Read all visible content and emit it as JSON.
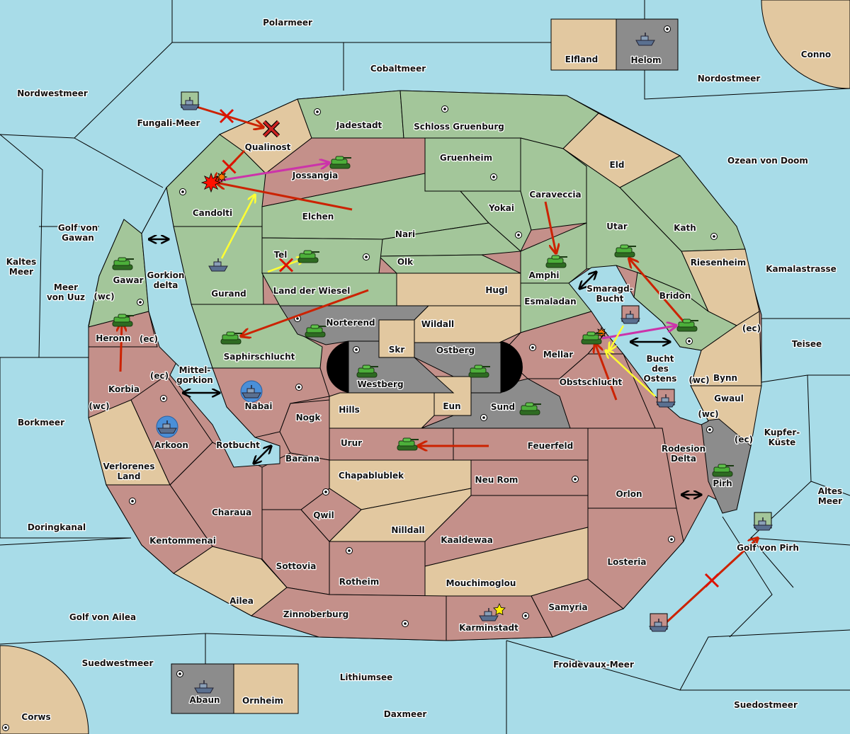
{
  "colors": {
    "sea": "#a8dce8",
    "green": "#a3c69a",
    "pink": "#c4908a",
    "tan": "#e2c8a0",
    "gray": "#8c8c8c",
    "order_move": "#cc2200",
    "order_support": "#ffff33",
    "order_convoy": "#cc33aa"
  },
  "labels": [
    {
      "text": "Polarmeer"
    },
    {
      "text": "Cobaltmeer"
    },
    {
      "text": "Nordwestmeer"
    },
    {
      "text": "Fungali-Meer"
    },
    {
      "text": "Qualinost"
    },
    {
      "text": "Jadestadt"
    },
    {
      "text": "Schloss Gruenburg"
    },
    {
      "text": "Elfland"
    },
    {
      "text": "Helom"
    },
    {
      "text": "Conno"
    },
    {
      "text": "Nordostmeer"
    },
    {
      "text": "Gruenheim"
    },
    {
      "text": "Eld"
    },
    {
      "text": "Ozean von Doom"
    },
    {
      "text": "Jossangia"
    },
    {
      "text": "Caraveccia"
    },
    {
      "text": "Yokai"
    },
    {
      "text": "Candolti"
    },
    {
      "text": "Elchen"
    },
    {
      "lines": [
        "Golf von",
        "Gawan"
      ]
    },
    {
      "text": "Utar"
    },
    {
      "text": "Kath"
    },
    {
      "text": "Nari"
    },
    {
      "lines": [
        "Kaltes",
        "Meer"
      ]
    },
    {
      "text": "Tel"
    },
    {
      "text": "Olk"
    },
    {
      "text": "Amphi"
    },
    {
      "text": "Riesenheim"
    },
    {
      "text": "Kamalastrasse"
    },
    {
      "text": "Gawar"
    },
    {
      "lines": [
        "Gorkion",
        "delta"
      ]
    },
    {
      "lines": [
        "Meer",
        "von Uuz"
      ]
    },
    {
      "text": "(wc)"
    },
    {
      "text": "Gurand"
    },
    {
      "text": "Land der Wiesel"
    },
    {
      "text": "Hugl"
    },
    {
      "lines": [
        "Smaragd-",
        "Bucht"
      ]
    },
    {
      "text": "Bridon"
    },
    {
      "text": "Esmaladan"
    },
    {
      "text": "(ec)"
    },
    {
      "text": "Heronn"
    },
    {
      "text": "(ec)"
    },
    {
      "text": "Norterend"
    },
    {
      "text": "Wildall"
    },
    {
      "text": "Teisee"
    },
    {
      "text": "Skr"
    },
    {
      "text": "Ostberg"
    },
    {
      "text": "Mellar"
    },
    {
      "text": "Saphirschlucht"
    },
    {
      "lines": [
        "Bucht",
        "des",
        "Ostens"
      ]
    },
    {
      "lines": [
        "Mittel-",
        "gorkion"
      ]
    },
    {
      "text": "(ec)"
    },
    {
      "text": "Westberg"
    },
    {
      "text": "Bynn"
    },
    {
      "text": "(wc)"
    },
    {
      "text": "Obstschlucht"
    },
    {
      "text": "Korbia"
    },
    {
      "text": "Gwaul"
    },
    {
      "text": "(wc)"
    },
    {
      "text": "Nabai"
    },
    {
      "text": "Hills"
    },
    {
      "text": "Eun"
    },
    {
      "text": "Sund"
    },
    {
      "text": "(wc)"
    },
    {
      "text": "Nogk"
    },
    {
      "text": "Borkmeer"
    },
    {
      "lines": [
        "Kupfer-",
        "Küste"
      ]
    },
    {
      "text": "Urur"
    },
    {
      "text": "Feuerfeld"
    },
    {
      "text": "(ec)"
    },
    {
      "text": "Arkoon"
    },
    {
      "text": "Rotbucht"
    },
    {
      "lines": [
        "Rodesion",
        "Delta"
      ]
    },
    {
      "text": "Barana"
    },
    {
      "lines": [
        "Verlorenes",
        "Land"
      ]
    },
    {
      "text": "Chapablublek"
    },
    {
      "text": "Neu Rom"
    },
    {
      "text": "Pirh"
    },
    {
      "lines": [
        "Altes",
        "Meer"
      ]
    },
    {
      "text": "Orlon"
    },
    {
      "text": "Charaua"
    },
    {
      "text": "Qwil"
    },
    {
      "text": "Doringkanal"
    },
    {
      "text": "Nilldall"
    },
    {
      "text": "Kaaldewaa"
    },
    {
      "text": "Kentommenai"
    },
    {
      "text": "Golf von Pirh"
    },
    {
      "text": "Losteria"
    },
    {
      "text": "Sottovia"
    },
    {
      "text": "Rotheim"
    },
    {
      "text": "Mouchimoglou"
    },
    {
      "text": "Ailea"
    },
    {
      "text": "Samyria"
    },
    {
      "text": "Zinnoberburg"
    },
    {
      "text": "Golf von Ailea"
    },
    {
      "text": "Karminstadt"
    },
    {
      "text": "Suedwestmeer"
    },
    {
      "text": "Froidevaux-Meer"
    },
    {
      "text": "Lithiumsee"
    },
    {
      "text": "Abaun"
    },
    {
      "text": "Ornheim"
    },
    {
      "text": "Suedostmeer"
    },
    {
      "text": "Daxmeer"
    },
    {
      "text": "Corws"
    }
  ],
  "units": [
    {
      "type": "army",
      "territory": "Jossangia"
    },
    {
      "type": "army",
      "territory": "Tel"
    },
    {
      "type": "army",
      "territory": "Amphi"
    },
    {
      "type": "army",
      "territory": "Utar"
    },
    {
      "type": "army",
      "territory": "Gawar"
    },
    {
      "type": "army",
      "territory": "Heronn"
    },
    {
      "type": "army",
      "territory": "Saphirschlucht"
    },
    {
      "type": "army",
      "territory": "Norterend"
    },
    {
      "type": "army",
      "territory": "Westberg"
    },
    {
      "type": "army",
      "territory": "Ostberg"
    },
    {
      "type": "army",
      "territory": "Sund"
    },
    {
      "type": "army",
      "territory": "Urur"
    },
    {
      "type": "army",
      "territory": "Mellar"
    },
    {
      "type": "army",
      "territory": "Bridon"
    },
    {
      "type": "army",
      "territory": "Pirh"
    },
    {
      "type": "fleet",
      "territory": "Fungali-Meer"
    },
    {
      "type": "fleet",
      "territory": "Gurand"
    },
    {
      "type": "fleet",
      "territory": "Nabai"
    },
    {
      "type": "fleet",
      "territory": "Arkoon"
    },
    {
      "type": "fleet",
      "territory": "Karminstadt"
    },
    {
      "type": "fleet",
      "territory": "Helom"
    },
    {
      "type": "fleet",
      "territory": "Abaun"
    },
    {
      "type": "fleet",
      "territory": "Smaragd-Bucht"
    },
    {
      "type": "fleet",
      "territory": "Bucht des Ostens"
    },
    {
      "type": "fleet",
      "territory": "Golf von Pirh"
    },
    {
      "type": "fleet",
      "territory": "Froidevaux-Meer"
    }
  ],
  "orders": [
    {
      "from": "Fungali-Meer",
      "to": "Qualinost",
      "kind": "move",
      "failed": true
    },
    {
      "from": "Qualinost",
      "to": "Candolti",
      "kind": "move",
      "failed": true
    },
    {
      "from": "Elchen",
      "to": "Candolti",
      "kind": "move"
    },
    {
      "from": "Candolti",
      "to": "Jossangia",
      "kind": "convoy"
    },
    {
      "from": "Gurand",
      "to": "Candolti",
      "kind": "support"
    },
    {
      "from": "Land der Wiesel",
      "to": "Tel",
      "kind": "support",
      "failed": true
    },
    {
      "from": "Land der Wiesel",
      "to": "Saphirschlucht",
      "kind": "move"
    },
    {
      "from": "Caraveccia",
      "to": "Amphi",
      "kind": "move"
    },
    {
      "from": "Bridon",
      "to": "Utar",
      "kind": "move"
    },
    {
      "from": "Korbia",
      "to": "Heronn",
      "kind": "move"
    },
    {
      "from": "Feuerfeld",
      "to": "Urur",
      "kind": "move"
    },
    {
      "from": "Mellar",
      "to": "Bridon",
      "kind": "convoy"
    },
    {
      "from": "Obstschlucht",
      "to": "Mellar",
      "kind": "move"
    },
    {
      "from": "Bucht des Ostens",
      "to": "Mellar",
      "kind": "support"
    },
    {
      "from": "Bridon",
      "to": "Mellar",
      "kind": "support"
    },
    {
      "from": "Froidevaux-Meer",
      "to": "Golf von Pirh",
      "kind": "move",
      "failed": true
    }
  ]
}
